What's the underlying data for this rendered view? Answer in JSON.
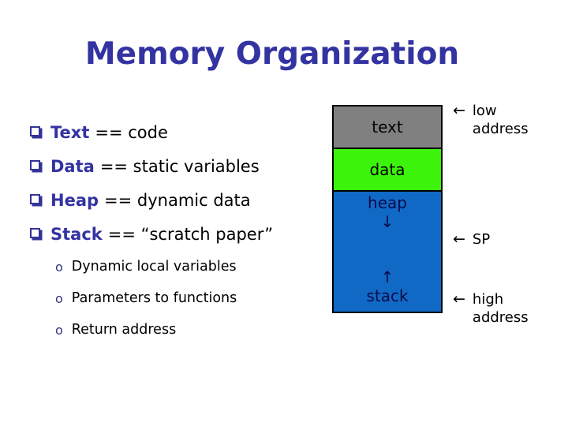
{
  "slide": {
    "title": "Memory Organization",
    "bullets": [
      {
        "marker": "square",
        "term": "Text",
        "definition": "== code"
      },
      {
        "marker": "square",
        "term": "Data",
        "definition": "== static variables"
      },
      {
        "marker": "square",
        "term": "Heap",
        "definition": "== dynamic data"
      },
      {
        "marker": "square",
        "term": "Stack",
        "definition": "== “scratch paper”"
      }
    ],
    "sub_bullets": [
      {
        "marker": "o",
        "text": "Dynamic local variables"
      },
      {
        "marker": "o",
        "text": "Parameters to functions"
      },
      {
        "marker": "o",
        "text": "Return address"
      }
    ]
  },
  "diagram": {
    "segments": {
      "text": {
        "label": "text",
        "bg": "#808080"
      },
      "data": {
        "label": "data",
        "bg": "#3cf40b"
      },
      "heap_stack": {
        "bg": "#1169c6",
        "heap_label": "heap",
        "down_arrow": "↓",
        "up_arrow": "↑",
        "stack_label": "stack"
      }
    },
    "annotations": [
      {
        "arrow": "←",
        "lines": [
          "low",
          "address"
        ]
      },
      {
        "arrow": "←",
        "lines": [
          "SP"
        ]
      },
      {
        "arrow": "←",
        "lines": [
          "high",
          "address"
        ]
      }
    ]
  },
  "colors": {
    "background": "#ffffff",
    "title_text": "#3333a2",
    "keyword_text": "#3333a2",
    "bullet_square": "#333399",
    "sub_bullet_o": "#333380",
    "body_text": "#000000",
    "text_segment_bg": "#808080",
    "data_segment_bg": "#3cf40b",
    "heap_stack_segment_bg": "#1169c6",
    "segment_label_navy": "#0a0a4a"
  }
}
